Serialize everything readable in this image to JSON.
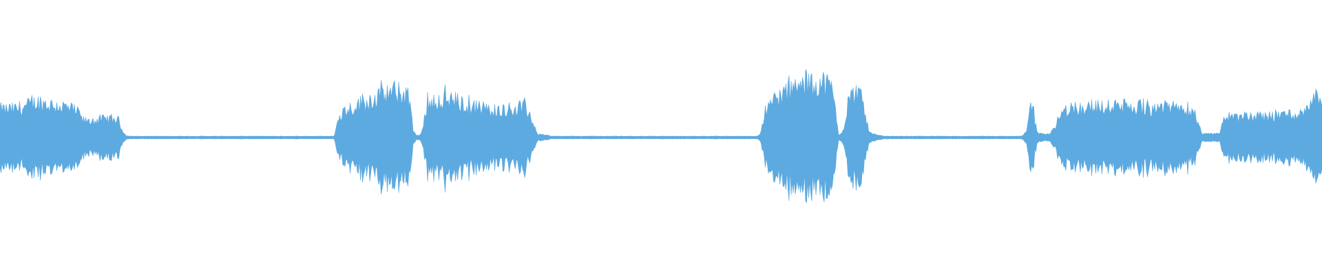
{
  "waveform": {
    "color": "#5DAAE0",
    "envelope": [
      [
        0,
        0.36
      ],
      [
        20,
        0.36
      ],
      [
        45,
        0.42
      ],
      [
        55,
        0.46
      ],
      [
        75,
        0.42
      ],
      [
        90,
        0.4
      ],
      [
        105,
        0.36
      ],
      [
        115,
        0.3
      ],
      [
        120,
        0.22
      ],
      [
        130,
        0.2
      ],
      [
        145,
        0.23
      ],
      [
        160,
        0.24
      ],
      [
        172,
        0.22
      ],
      [
        178,
        0.08
      ],
      [
        183,
        0.02
      ],
      [
        190,
        0.008
      ],
      [
        485,
        0.008
      ],
      [
        487,
        0.06
      ],
      [
        492,
        0.28
      ],
      [
        500,
        0.35
      ],
      [
        520,
        0.42
      ],
      [
        540,
        0.5
      ],
      [
        560,
        0.55
      ],
      [
        580,
        0.58
      ],
      [
        592,
        0.55
      ],
      [
        597,
        0.38
      ],
      [
        600,
        0.1
      ],
      [
        604,
        0.02
      ],
      [
        610,
        0.02
      ],
      [
        614,
        0.1
      ],
      [
        620,
        0.45
      ],
      [
        640,
        0.5
      ],
      [
        660,
        0.48
      ],
      [
        680,
        0.4
      ],
      [
        705,
        0.38
      ],
      [
        715,
        0.3
      ],
      [
        725,
        0.36
      ],
      [
        760,
        0.38
      ],
      [
        770,
        0.3
      ],
      [
        775,
        0.15
      ],
      [
        780,
        0.04
      ],
      [
        795,
        0.02
      ],
      [
        800,
        0.008
      ],
      [
        1100,
        0.008
      ],
      [
        1104,
        0.05
      ],
      [
        1110,
        0.28
      ],
      [
        1125,
        0.5
      ],
      [
        1150,
        0.62
      ],
      [
        1170,
        0.68
      ],
      [
        1185,
        0.72
      ],
      [
        1200,
        0.7
      ],
      [
        1210,
        0.6
      ],
      [
        1214,
        0.3
      ],
      [
        1218,
        0.03
      ],
      [
        1222,
        0.06
      ],
      [
        1226,
        0.1
      ],
      [
        1232,
        0.5
      ],
      [
        1245,
        0.58
      ],
      [
        1252,
        0.55
      ],
      [
        1258,
        0.2
      ],
      [
        1264,
        0.05
      ],
      [
        1275,
        0.02
      ],
      [
        1285,
        0.008
      ],
      [
        1484,
        0.008
      ],
      [
        1488,
        0.04
      ],
      [
        1492,
        0.1
      ],
      [
        1496,
        0.38
      ],
      [
        1500,
        0.42
      ],
      [
        1503,
        0.18
      ],
      [
        1508,
        0.04
      ],
      [
        1525,
        0.03
      ],
      [
        1535,
        0.18
      ],
      [
        1540,
        0.35
      ],
      [
        1560,
        0.38
      ],
      [
        1600,
        0.39
      ],
      [
        1640,
        0.4
      ],
      [
        1690,
        0.38
      ],
      [
        1720,
        0.4
      ],
      [
        1735,
        0.33
      ],
      [
        1740,
        0.2
      ],
      [
        1745,
        0.04
      ],
      [
        1772,
        0.04
      ],
      [
        1775,
        0.2
      ],
      [
        1780,
        0.26
      ],
      [
        1820,
        0.26
      ],
      [
        1860,
        0.29
      ],
      [
        1890,
        0.3
      ],
      [
        1905,
        0.5
      ],
      [
        1912,
        0.62
      ],
      [
        1916,
        0.58
      ],
      [
        1920,
        0.45
      ]
    ]
  }
}
